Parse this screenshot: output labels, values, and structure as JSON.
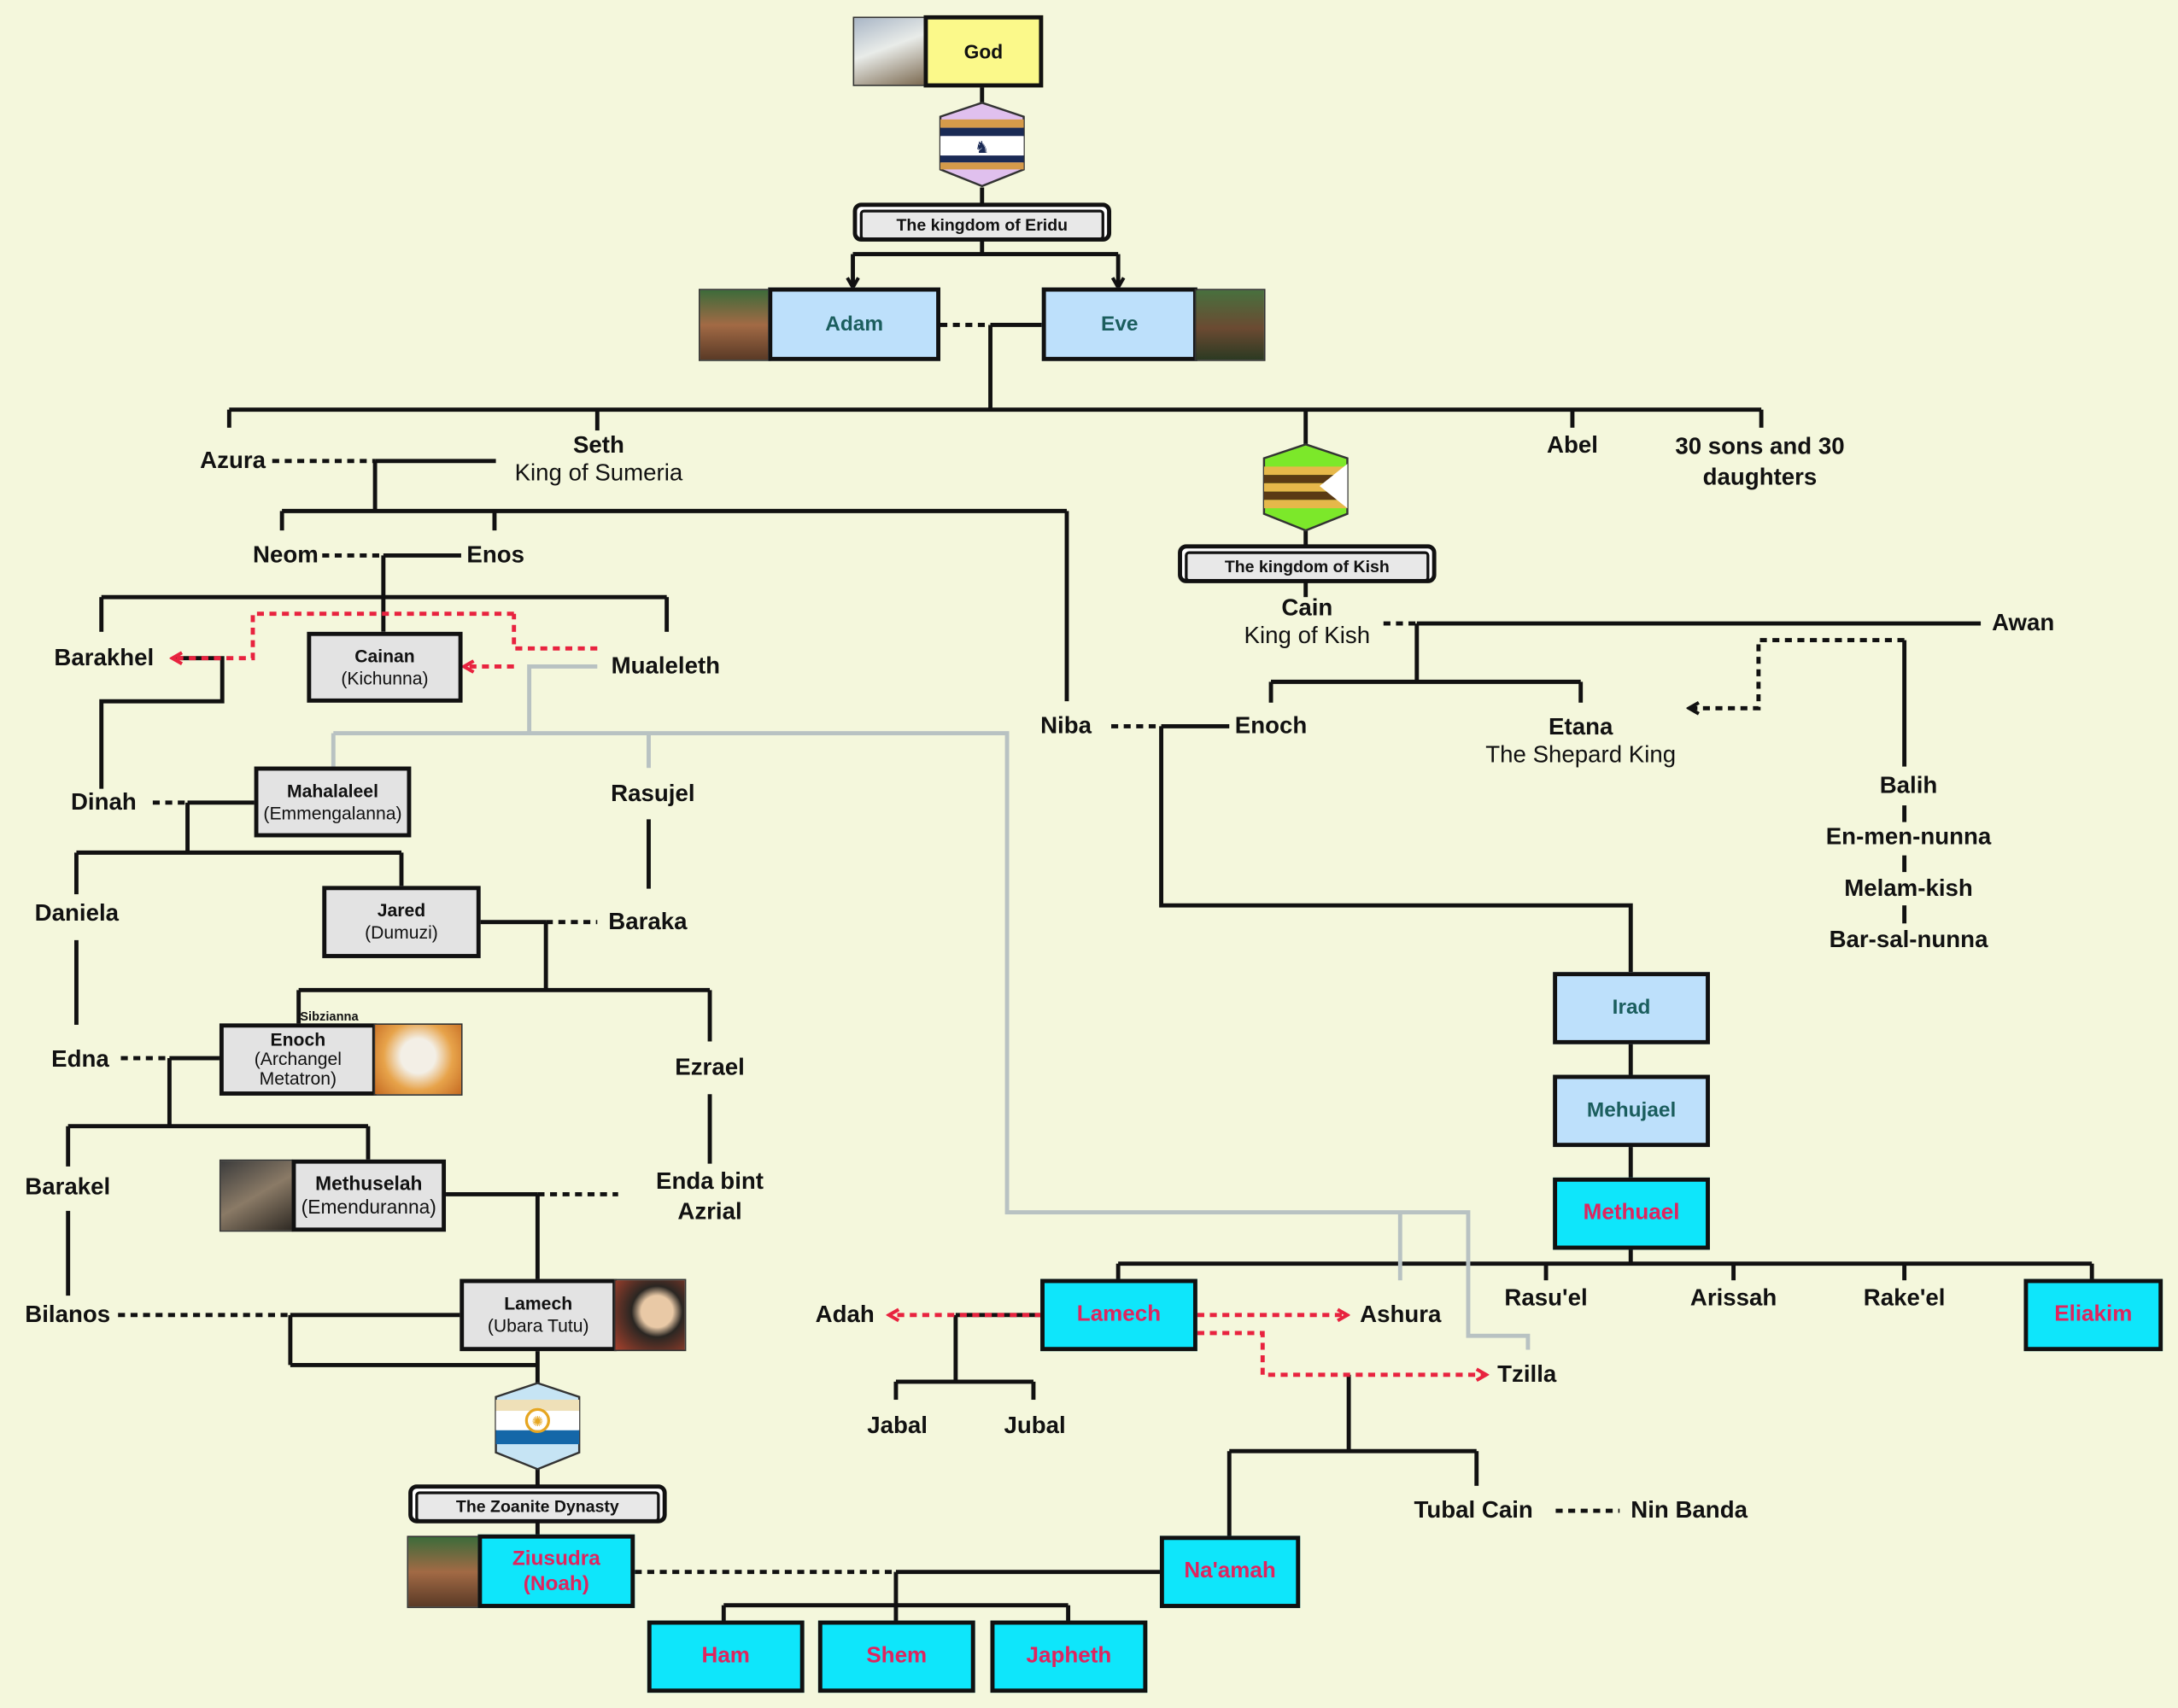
{
  "top": {
    "god": "God",
    "eridu": "The kingdom of Eridu",
    "adam": "Adam",
    "eve": "Eve"
  },
  "children": {
    "seth_name": "Seth",
    "seth_title": "King of Sumeria",
    "abel": "Abel",
    "sons": "30 sons and 30 daughters",
    "azura": "Azura"
  },
  "kish": {
    "kingdom": "The kingdom of Kish",
    "cain_name": "Cain",
    "cain_title": "King of Kish",
    "awan": "Awan",
    "enoch": "Enoch",
    "etana_name": "Etana",
    "etana_title": "The Shepard King",
    "niba": "Niba",
    "balih": "Balih",
    "enmen": "En-men-nunna",
    "melam": "Melam-kish",
    "barsal": "Bar-sal-nunna",
    "irad": "Irad",
    "mehujael": "Mehujael",
    "methuael": "Methuael"
  },
  "sethline": {
    "neom": "Neom",
    "enos": "Enos",
    "barakhel": "Barakhel",
    "mualeleth": "Mualeleth",
    "cainan_name": "Cainan",
    "cainan_alt": "(Kichunna)",
    "dinah": "Dinah",
    "mahalaleel_name": "Mahalaleel",
    "mahalaleel_alt": "(Emmengalanna)",
    "rasujel": "Rasujel",
    "daniela": "Daniela",
    "jared_name": "Jared",
    "jared_alt": "(Dumuzi)",
    "baraka": "Baraka",
    "sibzianna": "Sibzianna",
    "enoch_name": "Enoch",
    "enoch_alt": "(Archangel Metatron)",
    "edna": "Edna",
    "ezrael": "Ezrael",
    "barakel": "Barakel",
    "methuselah_name": "Methuselah",
    "methuselah_alt": "(Emenduranna)",
    "enda": "Enda bint Azrial",
    "bilanos": "Bilanos",
    "lamech_name": "Lamech",
    "lamech_alt": "(Ubara Tutu)"
  },
  "zoan": {
    "dynasty": "The Zoanite Dynasty",
    "ziusudra": "Ziusudra",
    "noah": "(Noah)",
    "ham": "Ham",
    "shem": "Shem",
    "japheth": "Japheth",
    "naamah": "Na'amah"
  },
  "cainline": {
    "lamech": "Lamech",
    "adah": "Adah",
    "ashura": "Ashura",
    "tzilla": "Tzilla",
    "jabal": "Jabal",
    "jubal": "Jubal",
    "rasuel": "Rasu'el",
    "arissah": "Arissah",
    "rakeel": "Rake'el",
    "eliakim": "Eliakim",
    "tubal": "Tubal Cain",
    "ninbanda": "Nin Banda"
  },
  "colors": {
    "background": "#f4f7dc",
    "gray_box": "#e3e3e3",
    "blue_box": "#bde0fb",
    "cyan_box": "#0ee6fb",
    "yellow_box": "#fbf98a",
    "pink_text": "#e0245e",
    "red_arrow": "#e8233f",
    "gray_line": "#b8c2c2"
  },
  "icons": [
    "god-portrait",
    "adam-portrait",
    "eve-portrait",
    "eridu-banner-icon",
    "kish-banner-icon",
    "enoch-portrait",
    "methuselah-portrait",
    "lamech-portrait",
    "zoanite-banner-icon",
    "ziusudra-portrait"
  ]
}
